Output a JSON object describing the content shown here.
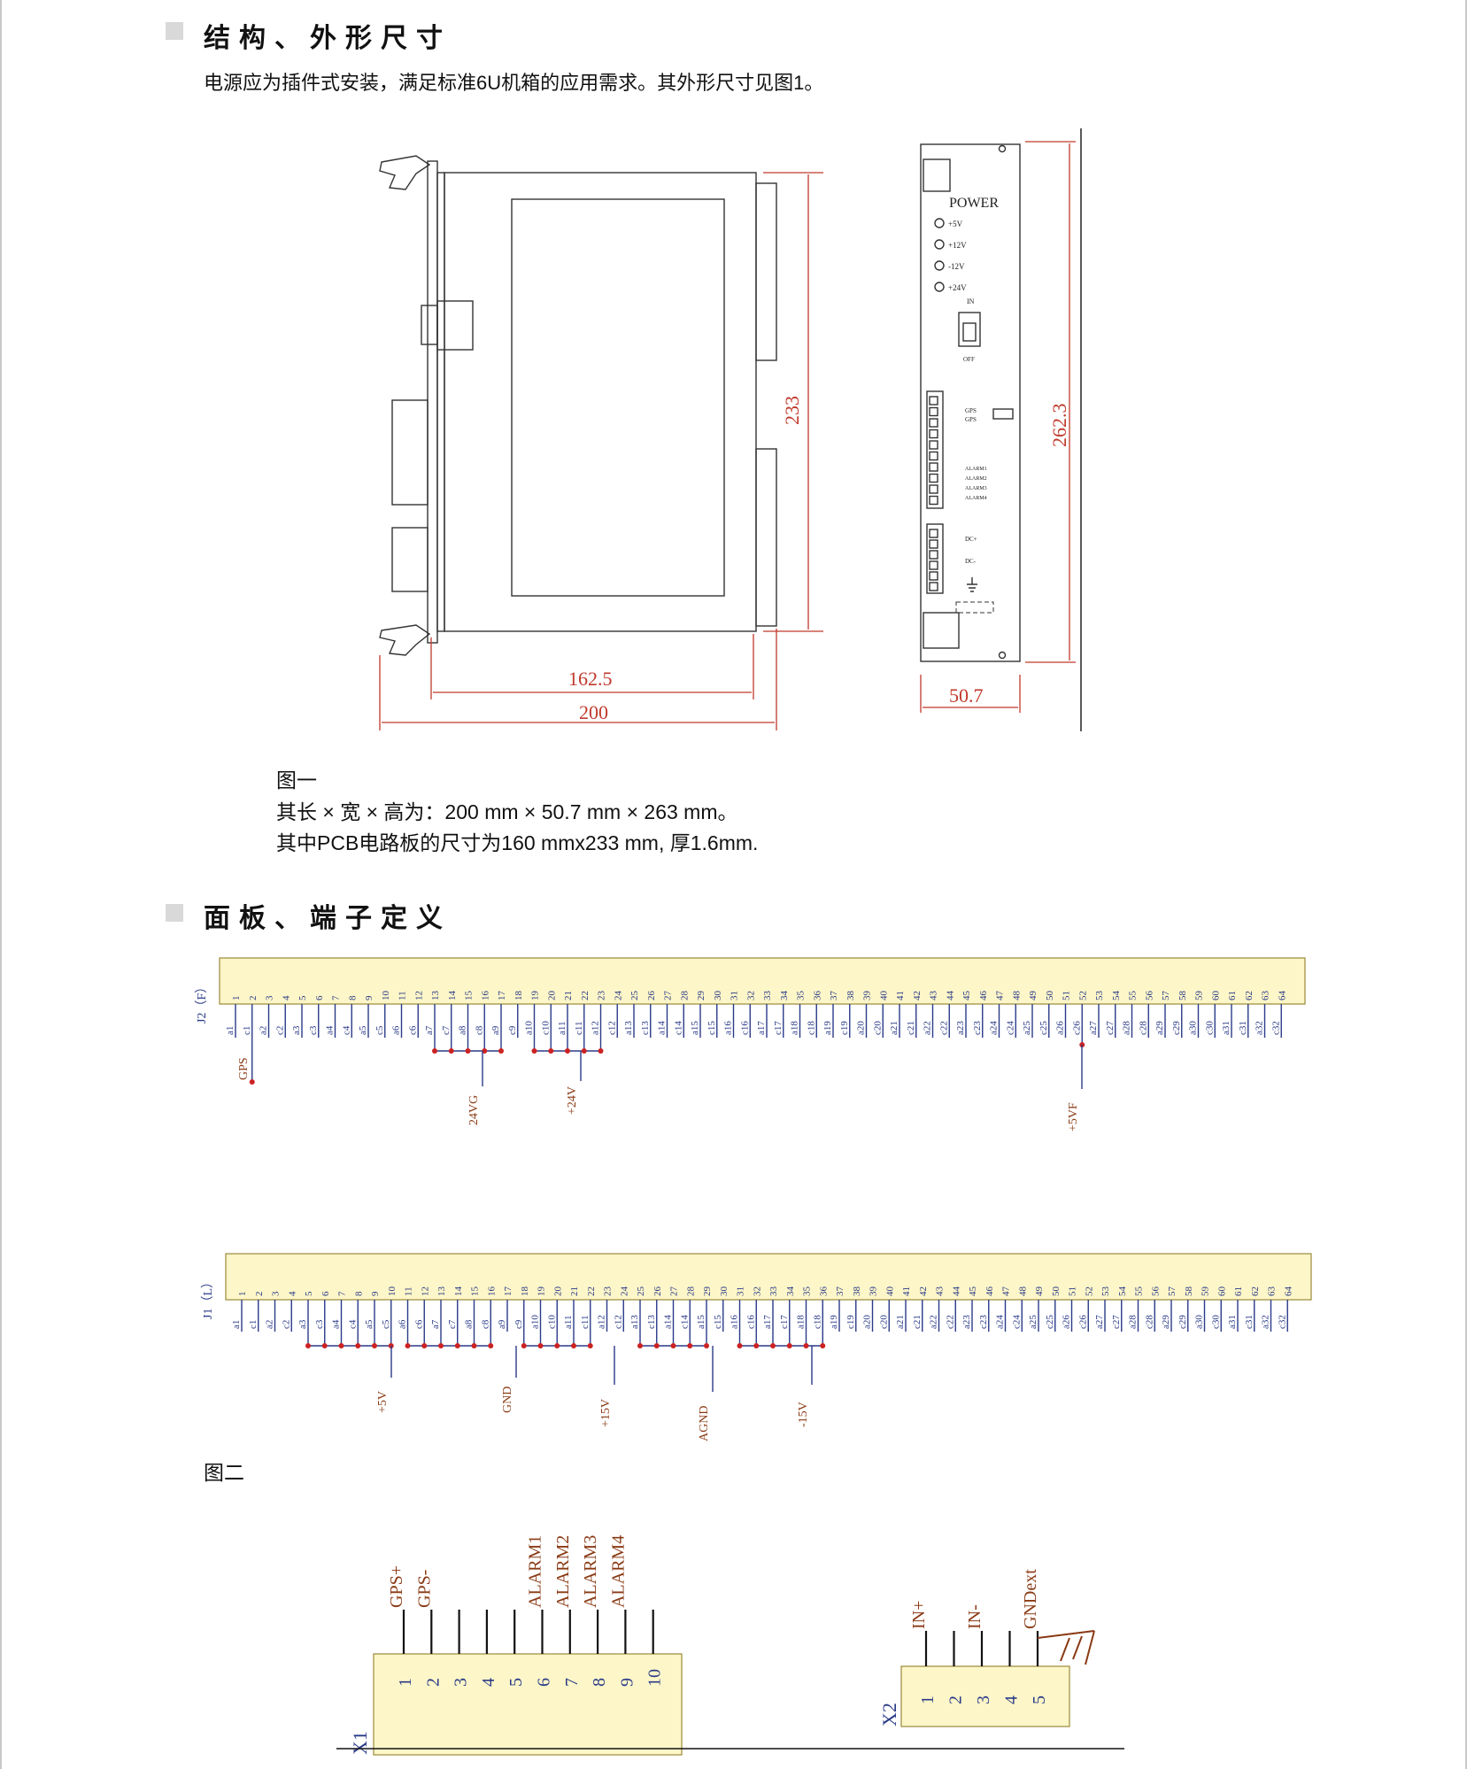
{
  "section1": {
    "title": "结构、外形尺寸",
    "intro": "电源应为插件式安装，满足标准6U机箱的应用需求。其外形尺寸见图1。"
  },
  "figure1": {
    "dimensions": {
      "width_inner": "162.5",
      "width_outer": "200",
      "height_pcb": "233",
      "front_width": "50.7",
      "front_height": "262.3"
    },
    "panel": {
      "power_label": "POWER",
      "leds": [
        "+5V",
        "+12V",
        "-12V",
        "+24V"
      ],
      "switch_on": "IN",
      "switch_off": "OFF",
      "gps_labels": [
        "GPS",
        "GPS"
      ],
      "alarm_labels": [
        "ALARM1",
        "ALARM2",
        "ALARM3",
        "ALARM4"
      ],
      "dc_labels": [
        "DC+",
        "DC-"
      ]
    },
    "caption": "图一",
    "desc1": "其长 × 宽 × 高为：200 mm × 50.7 mm × 263 mm。",
    "desc2": "其中PCB电路板的尺寸为160 mmx233 mm, 厚1.6mm."
  },
  "section2": {
    "title": "面板、端子定义"
  },
  "figure2": {
    "caption": "图二",
    "j2": {
      "name": "J2（F）",
      "signals": [
        "GPS",
        "24VG",
        "+24V",
        "+5VF"
      ]
    },
    "j1": {
      "name": "J1（L）",
      "signals": [
        "+5V",
        "GND",
        "+15V",
        "AGND",
        "-15V"
      ]
    },
    "x1": {
      "name": "X1",
      "labels": [
        "GPS+",
        "GPS-",
        "",
        "",
        "",
        "ALARM1",
        "ALARM2",
        "ALARM3",
        "ALARM4",
        ""
      ]
    },
    "x2": {
      "name": "X2",
      "labels": [
        "IN+",
        "",
        "IN-",
        "",
        "GNDext"
      ]
    }
  },
  "colors": {
    "dimension": "#c0392b",
    "pin_text": "#2a3a88",
    "signal_text": "#8a3a14",
    "connector_fill": "#fdf6c8",
    "wire_dot": "#cc2222"
  }
}
